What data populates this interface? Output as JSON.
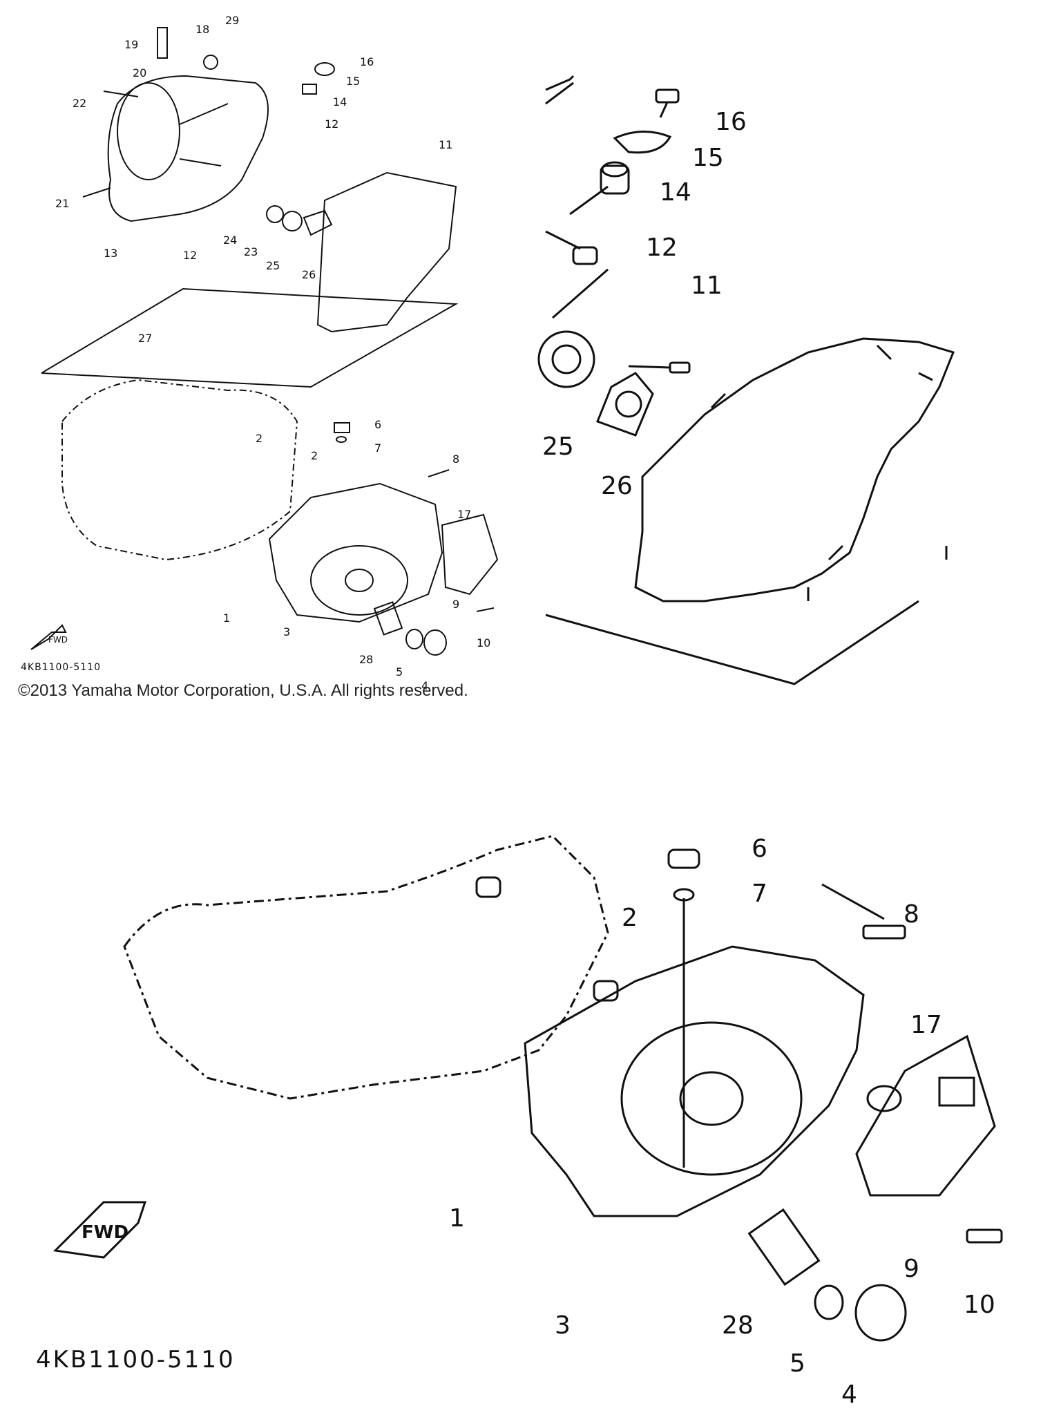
{
  "diagram_code": "4KB1100-5110",
  "copyright": "©2013 Yamaha Motor Corporation, U.S.A. All rights reserved.",
  "fwd_label": "FWD",
  "overview_labels": [
    "1",
    "2",
    "2",
    "3",
    "4",
    "5",
    "6",
    "7",
    "8",
    "9",
    "10",
    "11",
    "12",
    "12",
    "13",
    "14",
    "15",
    "16",
    "17",
    "18",
    "19",
    "20",
    "21",
    "22",
    "23",
    "24",
    "25",
    "26",
    "27",
    "28",
    "29"
  ],
  "detail_upper_labels": [
    "16",
    "15",
    "14",
    "12",
    "11",
    "25",
    "26"
  ],
  "detail_lower_labels": [
    "6",
    "7",
    "8",
    "2",
    "17",
    "1",
    "9",
    "10",
    "3",
    "28",
    "5",
    "4"
  ]
}
